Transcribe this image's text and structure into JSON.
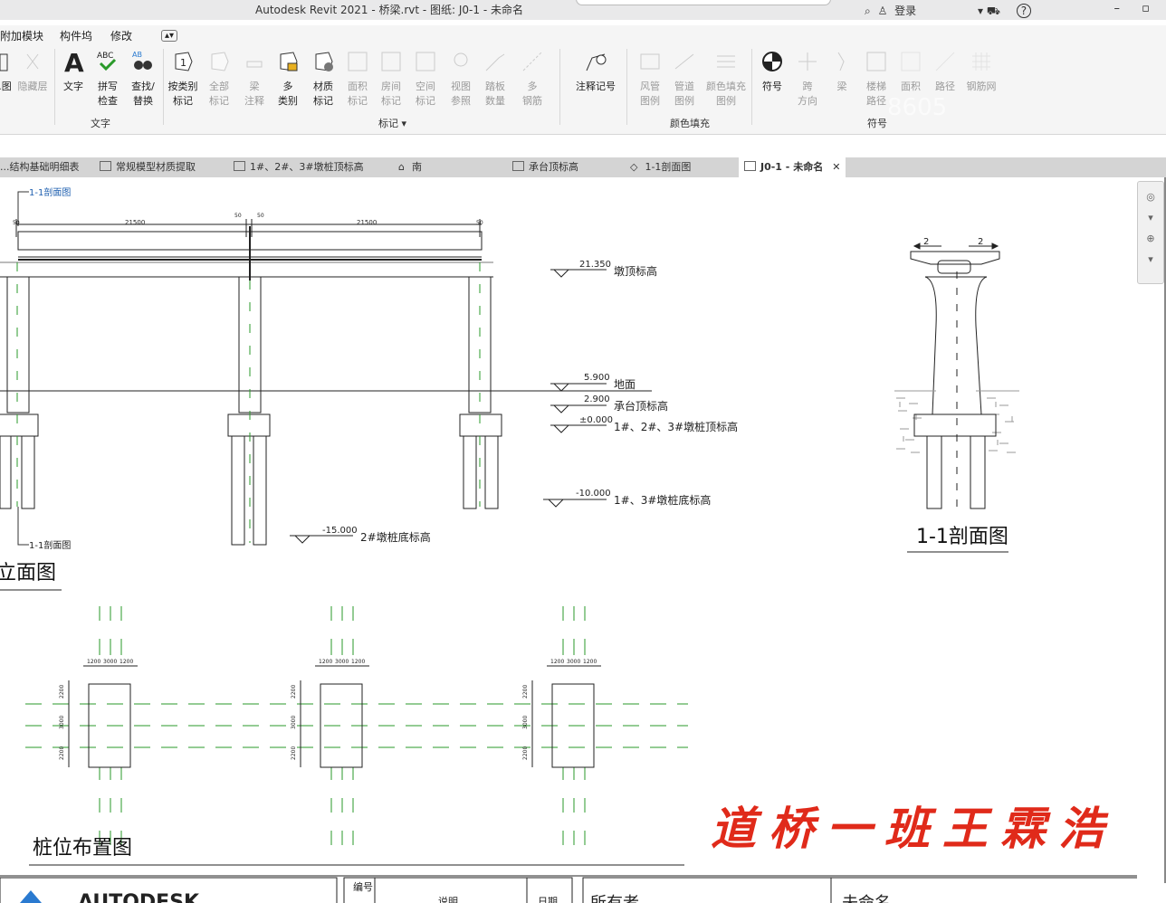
{
  "window": {
    "title": "Autodesk Revit 2021 - 桥梁.rvt - 图纸: J0-1 - 未命名",
    "login_label": "登录",
    "help_label": "?"
  },
  "menu": {
    "items": [
      "附加模块",
      "构件坞",
      "修改"
    ]
  },
  "ribbon": {
    "buttons": [
      {
        "label": "...图",
        "enabled": true
      },
      {
        "label": "隐藏层",
        "enabled": false
      },
      {
        "label": "文字",
        "enabled": true
      },
      {
        "label": "拼写\n检查",
        "enabled": true
      },
      {
        "label": "查找/\n替换",
        "enabled": true
      },
      {
        "label": "按类别\n标记",
        "enabled": true
      },
      {
        "label": "全部\n标记",
        "enabled": false
      },
      {
        "label": "梁\n注释",
        "enabled": false
      },
      {
        "label": "多\n类别",
        "enabled": true
      },
      {
        "label": "材质\n标记",
        "enabled": true
      },
      {
        "label": "面积\n标记",
        "enabled": false
      },
      {
        "label": "房间\n标记",
        "enabled": false
      },
      {
        "label": "空间\n标记",
        "enabled": false
      },
      {
        "label": "视图\n参照",
        "enabled": false
      },
      {
        "label": "踏板\n数量",
        "enabled": false
      },
      {
        "label": "多\n钢筋",
        "enabled": false
      },
      {
        "label": "注释记号",
        "enabled": true
      },
      {
        "label": "风管\n图例",
        "enabled": false
      },
      {
        "label": "管道\n图例",
        "enabled": false
      },
      {
        "label": "颜色填充\n图例",
        "enabled": false
      },
      {
        "label": "符号",
        "enabled": true
      },
      {
        "label": "跨\n方向",
        "enabled": false
      },
      {
        "label": "梁",
        "enabled": false
      },
      {
        "label": "楼梯\n路径",
        "enabled": false
      },
      {
        "label": "面积",
        "enabled": false
      },
      {
        "label": "路径",
        "enabled": false
      },
      {
        "label": "钢筋网",
        "enabled": false
      }
    ],
    "groups": [
      "文字",
      "标记",
      "颜色填充",
      "符号"
    ],
    "ghost_text": "8605"
  },
  "tabs": [
    {
      "label": "...结构基础明细表",
      "active": false
    },
    {
      "label": "常规模型材质提取",
      "active": false
    },
    {
      "label": "1#、2#、3#墩桩顶标高",
      "active": false
    },
    {
      "label": "南",
      "active": false
    },
    {
      "label": "承台顶标高",
      "active": false
    },
    {
      "label": "1-1剖面图",
      "active": false
    },
    {
      "label": "J0-1 - 未命名",
      "active": true
    }
  ],
  "drawing": {
    "elevation_title": "立面图",
    "pile_layout_title": "桩位布置图",
    "section_title": "1-1剖面图",
    "section_marker_top": "1-1剖面图",
    "section_marker_bottom": "1-1剖面图",
    "span_dims": [
      "21500",
      "21500"
    ],
    "small_dims": [
      "50",
      "50",
      "50",
      "50"
    ],
    "section_dims": [
      "2",
      "2"
    ],
    "pile_dims_h": [
      "1200",
      "3000",
      "1200"
    ],
    "pile_dims_v": [
      "2200",
      "3000",
      "2200"
    ],
    "levels": [
      {
        "value": "21.350",
        "label": "墩顶标高"
      },
      {
        "value": "5.900",
        "label": "地面"
      },
      {
        "value": "2.900",
        "label": "承台顶标高"
      },
      {
        "value": "±0.000",
        "label": "1#、2#、3#墩桩顶标高"
      },
      {
        "value": "-10.000",
        "label": "1#、3#墩桩底标高"
      },
      {
        "value": "-15.000",
        "label": "2#墩桩底标高"
      }
    ]
  },
  "titleblock": {
    "logo": "AUTODESK",
    "col1": "编号",
    "col2": "说明",
    "col3": "日期",
    "owner": "所有者",
    "unnamed": "未命名"
  },
  "watermark": "道桥一班王霖浩"
}
